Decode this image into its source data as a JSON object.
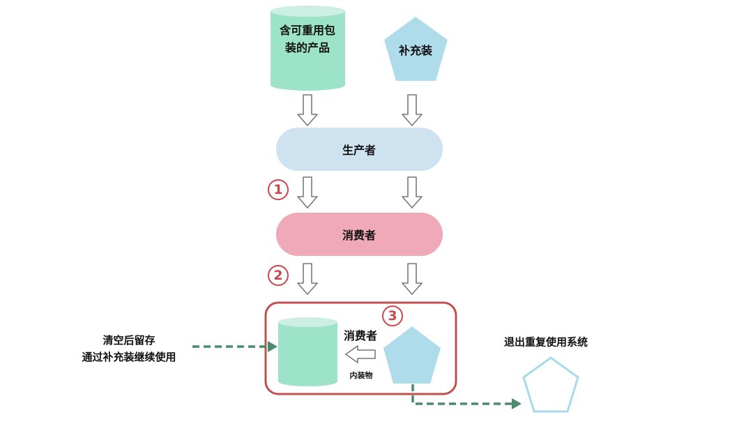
{
  "product": {
    "label_line1": "含可重用包",
    "label_line2": "装的产品"
  },
  "refill": {
    "label": "补充装"
  },
  "producer": {
    "label": "生产者"
  },
  "consumer": {
    "label": "消费者"
  },
  "steps": [
    "1",
    "2",
    "3"
  ],
  "stage3": {
    "actor": "消费者",
    "flow_label": "内装物"
  },
  "left_note": {
    "line1": "清空后留存",
    "line2": "通过补充装继续使用"
  },
  "exit_note": {
    "label": "退出重复使用系统"
  },
  "colors": {
    "cylinder": "#9de3c9",
    "pentagon": "#aedcea",
    "producer": "#cfe2ef",
    "consumer": "#f0a9b9",
    "accent": "#c0504d",
    "dash": "#4a8a6e"
  }
}
